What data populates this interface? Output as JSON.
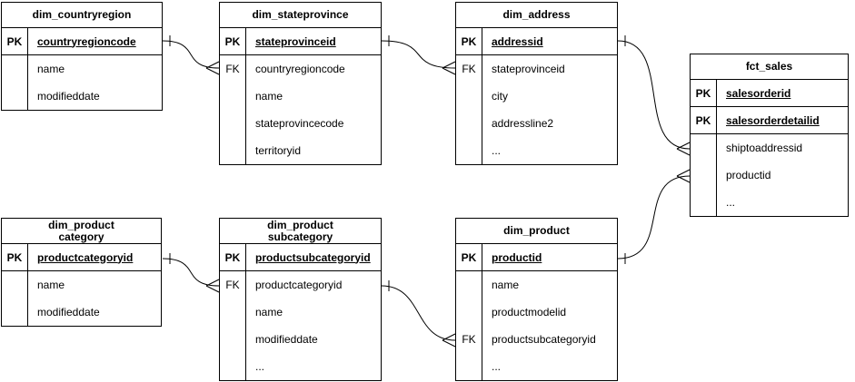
{
  "diagram": {
    "background_color": "#ffffff",
    "line_color": "#000000",
    "text_color": "#000000",
    "tables": [
      {
        "title": "dim_countryregion",
        "rows": [
          {
            "key": "PK",
            "label": "countryregioncode"
          },
          {
            "key": "",
            "label": "name"
          },
          {
            "key": "",
            "label": "modifieddate"
          }
        ]
      },
      {
        "title": "dim_stateprovince",
        "rows": [
          {
            "key": "PK",
            "label": "stateprovinceid"
          },
          {
            "key": "FK",
            "label": "countryregioncode"
          },
          {
            "key": "",
            "label": "name"
          },
          {
            "key": "",
            "label": "stateprovincecode"
          },
          {
            "key": "",
            "label": "territoryid"
          }
        ]
      },
      {
        "title": "dim_address",
        "rows": [
          {
            "key": "PK",
            "label": "addressid"
          },
          {
            "key": "FK",
            "label": "stateprovinceid"
          },
          {
            "key": "",
            "label": "city"
          },
          {
            "key": "",
            "label": "addressline2"
          },
          {
            "key": "",
            "label": "..."
          }
        ]
      },
      {
        "title": "fct_sales",
        "rows": [
          {
            "key": "PK",
            "label": "salesorderid"
          },
          {
            "key": "PK",
            "label": "salesorderdetailid"
          },
          {
            "key": "",
            "label": "shiptoaddressid"
          },
          {
            "key": "",
            "label": "productid"
          },
          {
            "key": "",
            "label": "..."
          }
        ]
      },
      {
        "title": "dim_product\ncategory",
        "rows": [
          {
            "key": "PK",
            "label": "productcategoryid"
          },
          {
            "key": "",
            "label": "name"
          },
          {
            "key": "",
            "label": "modifieddate"
          }
        ]
      },
      {
        "title": "dim_product\nsubcategory",
        "rows": [
          {
            "key": "PK",
            "label": "productsubcategoryid"
          },
          {
            "key": "FK",
            "label": "productcategoryid"
          },
          {
            "key": "",
            "label": "name"
          },
          {
            "key": "",
            "label": "modifieddate"
          },
          {
            "key": "",
            "label": "..."
          }
        ]
      },
      {
        "title": "dim_product",
        "rows": [
          {
            "key": "PK",
            "label": "productid"
          },
          {
            "key": "",
            "label": "name"
          },
          {
            "key": "",
            "label": "productmodelid"
          },
          {
            "key": "FK",
            "label": "productsubcategoryid"
          },
          {
            "key": "",
            "label": "..."
          }
        ]
      }
    ],
    "relations": [
      {
        "from_table": "dim_countryregion",
        "from_field": "countryregioncode",
        "to_table": "dim_stateprovince",
        "to_field": "countryregioncode",
        "from_cardinality": "one",
        "to_cardinality": "many"
      },
      {
        "from_table": "dim_stateprovince",
        "from_field": "stateprovinceid",
        "to_table": "dim_address",
        "to_field": "stateprovinceid",
        "from_cardinality": "one",
        "to_cardinality": "many"
      },
      {
        "from_table": "dim_address",
        "from_field": "addressid",
        "to_table": "fct_sales",
        "to_field": "shiptoaddressid",
        "from_cardinality": "one",
        "to_cardinality": "many"
      },
      {
        "from_table": "dim_product",
        "from_field": "productid",
        "to_table": "fct_sales",
        "to_field": "productid",
        "from_cardinality": "one",
        "to_cardinality": "many"
      },
      {
        "from_table": "dim_product category",
        "from_field": "productcategoryid",
        "to_table": "dim_product subcategory",
        "to_field": "productcategoryid",
        "from_cardinality": "one",
        "to_cardinality": "many"
      },
      {
        "from_table": "dim_product subcategory",
        "from_field": "productsubcategoryid",
        "to_table": "dim_product",
        "to_field": "productsubcategoryid",
        "from_cardinality": "one",
        "to_cardinality": "many"
      }
    ]
  }
}
